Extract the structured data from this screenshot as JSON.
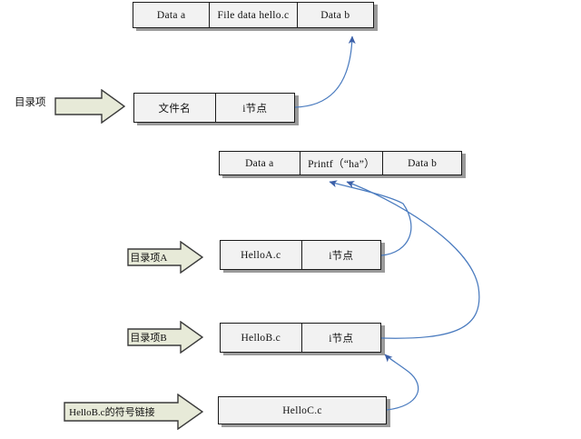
{
  "diagram": {
    "title": "inode-hardlink-symlink-diagram",
    "colors": {
      "box_fill": "#F2F2F2",
      "box_border": "#1a1a1a",
      "block_arrow_fill": "#E7EAD8",
      "block_arrow_border": "#3a3a3a",
      "connector": "#3B6FB6",
      "shadow": "#9a9a9a",
      "text": "#111111",
      "background": "#FFFFFF"
    },
    "tables": {
      "top_data_table": {
        "name": "top-data-table",
        "cells": [
          "Data a",
          "File data  hello.c",
          "Data b"
        ]
      },
      "dir_entry_table": {
        "name": "directory-entry-table",
        "cells": [
          "文件名",
          "i节点"
        ]
      },
      "printf_data_table": {
        "name": "printf-data-table",
        "cells": [
          "Data a",
          "Printf（“ha”）",
          "Data b"
        ]
      },
      "hello_a_table": {
        "name": "helloa-entry-table",
        "cells": [
          "HelloA.c",
          "i节点"
        ]
      },
      "hello_b_table": {
        "name": "hellob-entry-table",
        "cells": [
          "HelloB.c",
          "i节点"
        ]
      },
      "hello_c_table": {
        "name": "helloc-box",
        "cells": [
          "HelloC.c"
        ]
      }
    },
    "block_arrows": [
      {
        "name": "dir-entry-arrow",
        "label": ""
      },
      {
        "name": "dir-entry-a-arrow",
        "label": "目录项A"
      },
      {
        "name": "dir-entry-b-arrow",
        "label": "目录项B"
      },
      {
        "name": "symlink-arrow",
        "label": "HelloB.c的符号链接"
      }
    ],
    "labels": {
      "dir_entry": "目录项"
    },
    "connectors": [
      {
        "name": "inode-to-datab-link",
        "from": "directory-entry-table",
        "to": "top-data-table"
      },
      {
        "name": "helloa-inode-to-printf-link",
        "from": "helloa-entry-table",
        "to": "printf-data-table"
      },
      {
        "name": "hellob-inode-to-printf-link",
        "from": "hellob-entry-table",
        "to": "printf-data-table"
      },
      {
        "name": "helloc-to-hellob-link",
        "from": "helloc-box",
        "to": "hellob-entry-table"
      }
    ]
  }
}
